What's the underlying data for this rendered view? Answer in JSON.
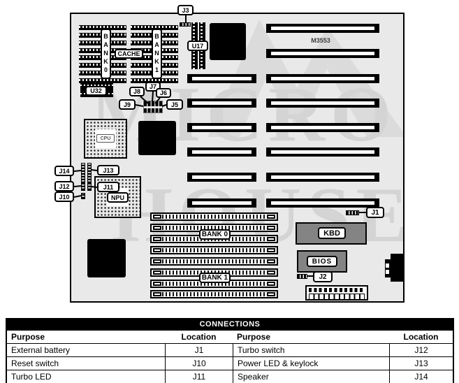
{
  "board": {
    "model": "M3553",
    "watermark": {
      "line1": "MICRO",
      "reg": "®",
      "line2": "HOUSE"
    },
    "labels": {
      "j3": "J3",
      "u17": "U17",
      "u32": "U32",
      "cache": "CACHE",
      "bank0_v": "BANK0",
      "bank1_v": "BANK1",
      "j8": "J8",
      "j7": "J7",
      "j6": "J6",
      "j9": "J9",
      "j5": "J5",
      "cpu": "CPU",
      "npu": "NPU",
      "j14": "J14",
      "j13": "J13",
      "j12": "J12",
      "j11": "J11",
      "j10": "J10",
      "simm_bank0": "BANK 0",
      "simm_bank1": "BANK 1",
      "j1": "J1",
      "kbd": "KBD",
      "bios": "BIOS",
      "j2": "J2"
    }
  },
  "table": {
    "title": "CONNECTIONS",
    "headers": [
      "Purpose",
      "Location",
      "Purpose",
      "Location"
    ],
    "rows": [
      [
        "External battery",
        "J1",
        "Turbo switch",
        "J12"
      ],
      [
        "Reset switch",
        "J10",
        "Power LED & keylock",
        "J13"
      ],
      [
        "Turbo LED",
        "J11",
        "Speaker",
        "J14"
      ]
    ]
  }
}
